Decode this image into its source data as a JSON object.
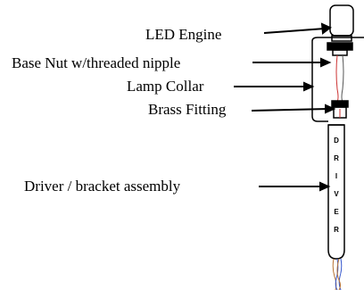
{
  "labels": {
    "led_engine": "LED Engine",
    "base_nut": "Base Nut w/threaded nipple",
    "lamp_collar": "Lamp Collar",
    "brass_fitting": "Brass Fitting",
    "driver_bracket": "Driver / bracket assembly"
  },
  "driver_letters": [
    "D",
    "R",
    "I",
    "V",
    "E",
    "R"
  ],
  "colors": {
    "ink": "#000000",
    "wire_red": "#cc3333",
    "wire_blue": "#3355cc",
    "wire_copper": "#b87333"
  }
}
